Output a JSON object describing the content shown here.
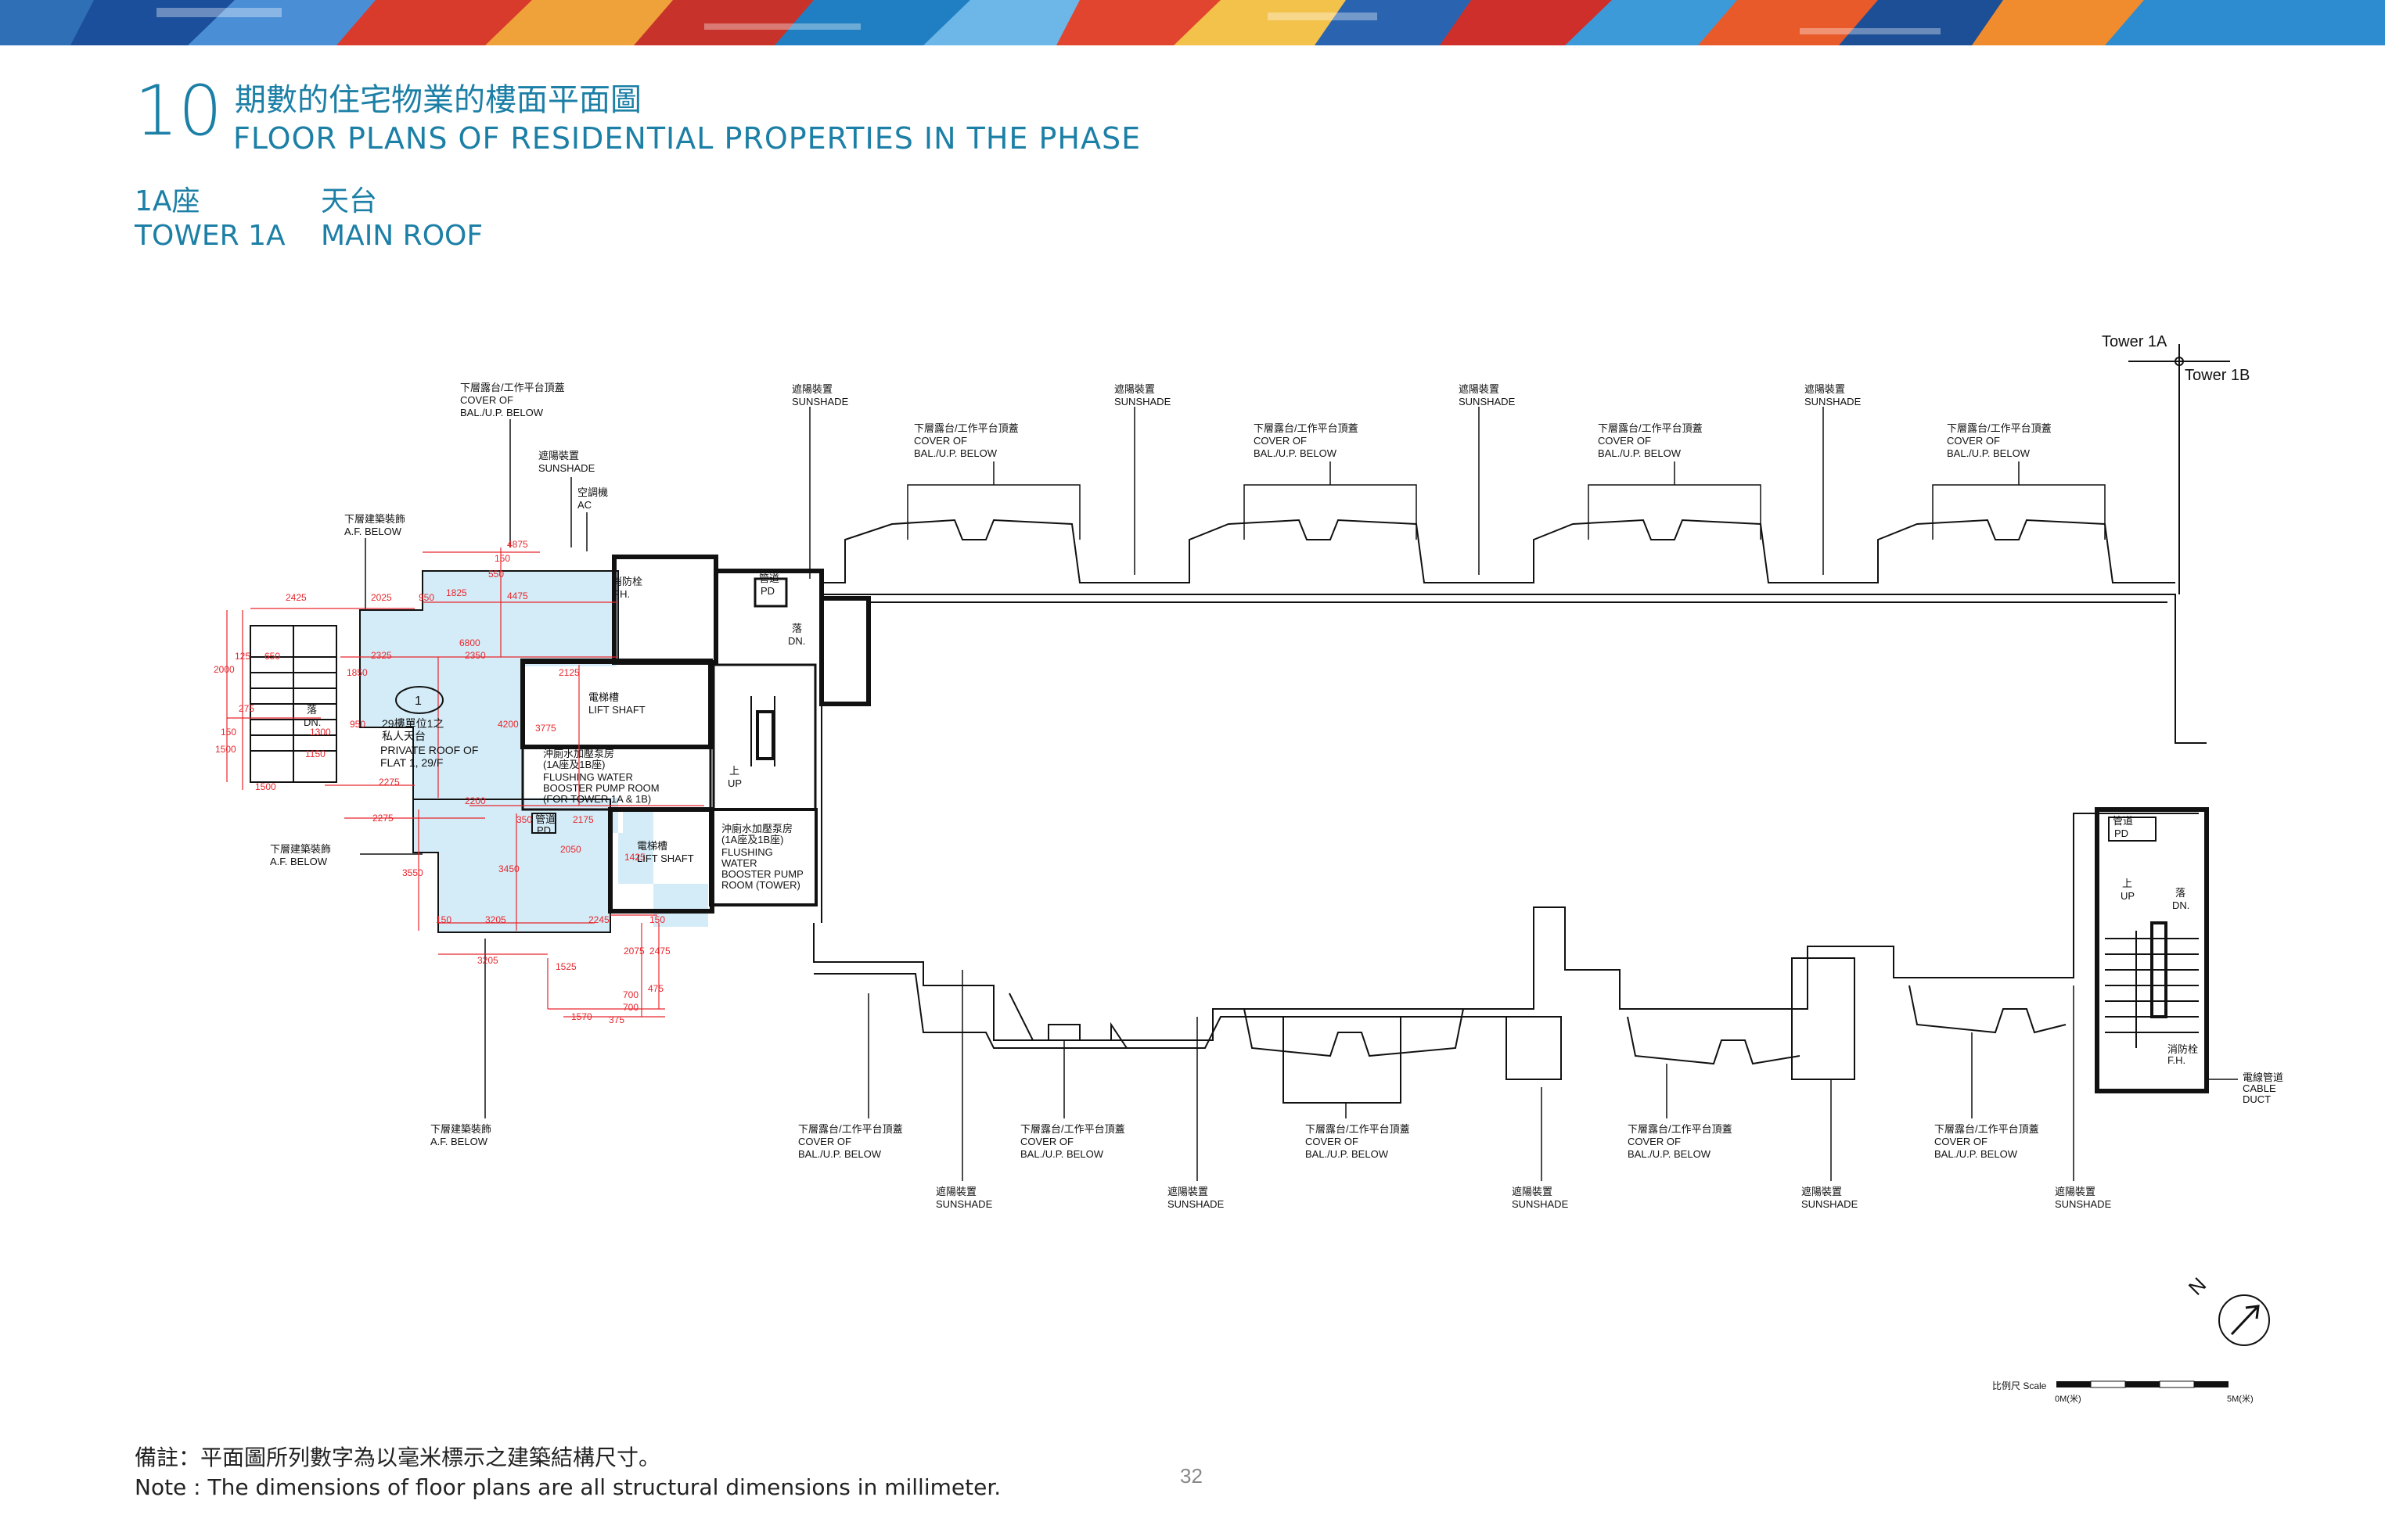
{
  "header": {
    "section_number": "10",
    "title_zh": "期數的住宅物業的樓面平面圖",
    "title_en": "FLOOR PLANS OF RESIDENTIAL PROPERTIES IN THE PHASE",
    "tower_zh": "1A座",
    "tower_en": "TOWER 1A",
    "floor_zh": "天台",
    "floor_en": "MAIN ROOF"
  },
  "colors": {
    "accent": "#1c7fa6",
    "roof_fill": "#d4ecf7",
    "dimension": "#e8262d",
    "linework": "#111111"
  },
  "plan": {
    "tower_1a": "Tower 1A",
    "tower_1b": "Tower 1B",
    "cover_zh": "下層露台/工作平台頂蓋",
    "cover_en1": "COVER OF",
    "cover_en2": "BAL./U.P. BELOW",
    "sunshade_zh": "遮陽裝置",
    "sunshade_en": "SUNSHADE",
    "af_zh": "下層建築裝飾",
    "af_en": "A.F. BELOW",
    "ac_zh": "空調機",
    "ac_en": "AC",
    "fh_zh": "消防栓",
    "fh_en": "F.H.",
    "pd_zh": "管道",
    "pd_en": "PD",
    "dn_zh": "落",
    "dn_en": "DN.",
    "up_zh": "上",
    "up_en": "UP",
    "lift_zh": "電梯槽",
    "lift_en": "LIFT SHAFT",
    "roof_num": "1",
    "roof_zh1": "29樓單位1之",
    "roof_zh2": "私人天台",
    "roof_en1": "PRIVATE ROOF OF",
    "roof_en2": "FLAT 1, 29/F",
    "pump1_zh1": "沖廁水加壓泵房",
    "pump1_zh2": "(1A座及1B座)",
    "pump1_en1": "FLUSHING WATER",
    "pump1_en2": "BOOSTER PUMP ROOM",
    "pump1_en3": "(FOR TOWER 1A & 1B)",
    "pump2_zh1": "沖廁水加壓泵房",
    "pump2_zh2": "(1A座及1B座)",
    "pump2_en1": "FLUSHING",
    "pump2_en2": "WATER",
    "pump2_en3": "BOOSTER PUMP",
    "pump2_en4": "ROOM (TOWER)",
    "cable_zh": "電線管道",
    "cable_en1": "CABLE",
    "cable_en2": "DUCT",
    "dims": [
      "4875",
      "2425",
      "2025",
      "950",
      "4475",
      "1825",
      "150",
      "6800",
      "2350",
      "2325",
      "2125",
      "1850",
      "125",
      "650",
      "1500",
      "2000",
      "150",
      "1300",
      "950",
      "1150",
      "1500",
      "275",
      "2275",
      "2200",
      "2275",
      "350",
      "2175",
      "2050",
      "3550",
      "3450",
      "1425",
      "4200",
      "3775",
      "150",
      "3205",
      "2245",
      "150",
      "3205",
      "1525",
      "2075",
      "2475",
      "700",
      "700",
      "1570",
      "475",
      "375",
      "550"
    ],
    "scale_label": "比例尺 Scale",
    "scale_start": "0M(米)",
    "scale_end": "5M(米)",
    "north": "N"
  },
  "footer": {
    "note_zh": "備註：平面圖所列數字為以毫米標示之建築結構尺寸。",
    "note_en": "Note : The dimensions of floor plans are all structural dimensions in millimeter.",
    "page_number": "32"
  }
}
